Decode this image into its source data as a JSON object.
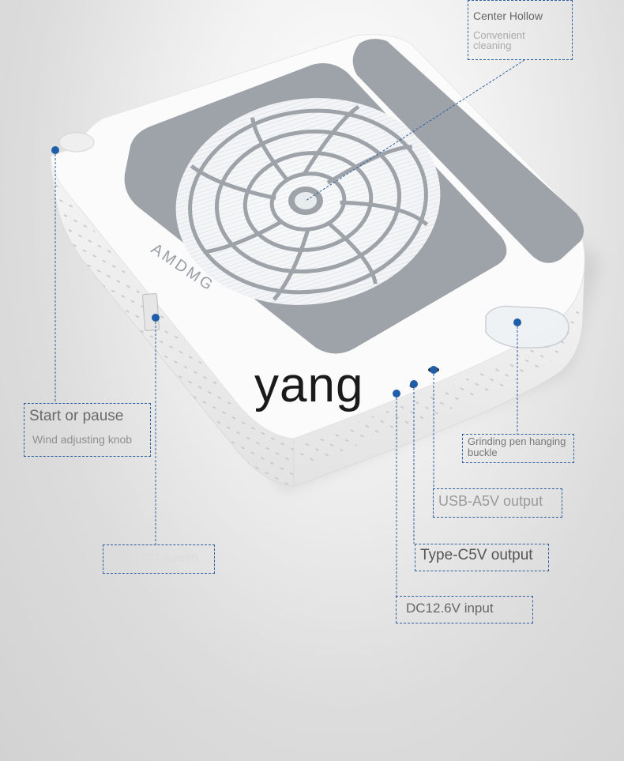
{
  "watermark": "yang",
  "brand": "AMDMG",
  "colors": {
    "callout_border": "#2d5fa0",
    "device_body": "#fafafa",
    "device_panel": "#9ea3a9",
    "dot": "#1f5ea8"
  },
  "callouts": {
    "center_hollow": {
      "title": "Center Hollow",
      "subtitle": "Convenient cleaning"
    },
    "start_pause": {
      "title": "Start or pause",
      "subtitle": "Wind adjusting knob"
    },
    "lcd": {
      "title": "LCD LCD screen"
    },
    "grinding_pen": {
      "title": "Grinding pen hanging buckle"
    },
    "usb_a": {
      "title": "USB-A5V output"
    },
    "type_c": {
      "title": "Type-C5V output"
    },
    "dc_input": {
      "title": "DC12.6V input"
    }
  }
}
